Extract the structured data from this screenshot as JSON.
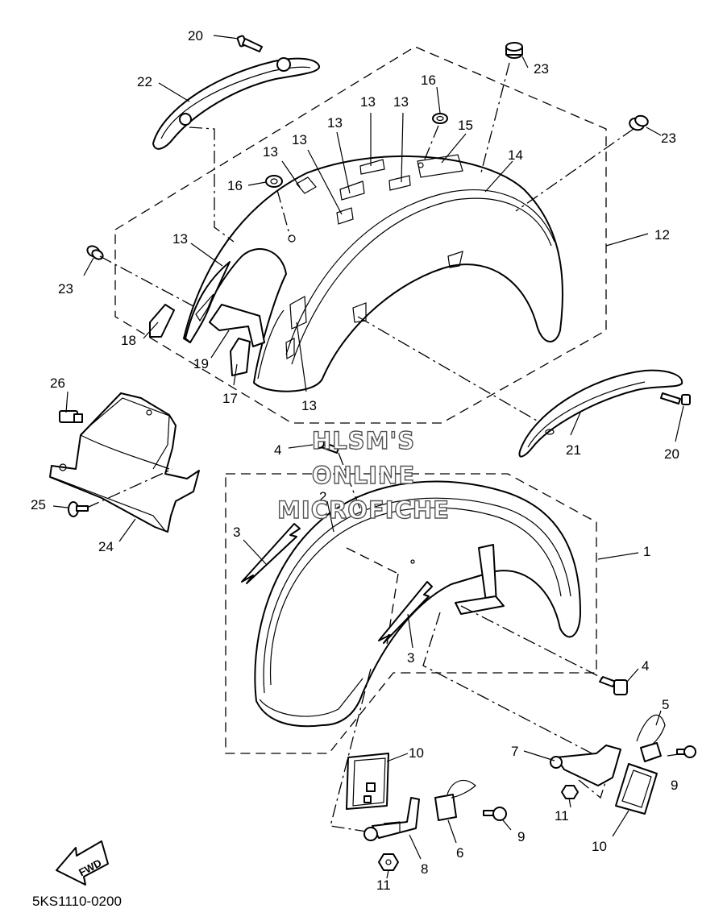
{
  "diagram_code": "5KS1110-0200",
  "watermark": {
    "line1": "HLSM'S",
    "line2": "ONLINE",
    "line3": "MICROFICHE"
  },
  "fwd_label": "FWD",
  "callouts": {
    "c20a": "20",
    "c22": "22",
    "c23a": "23",
    "c23b": "23",
    "c16a": "16",
    "c13a": "13",
    "c13b": "13",
    "c15": "15",
    "c13c": "13",
    "c13d": "13",
    "c13e": "13",
    "c14": "14",
    "c16b": "16",
    "c12": "12",
    "c13f": "13",
    "c23c": "23",
    "c18": "18",
    "c19": "19",
    "c17": "17",
    "c13g": "13",
    "c26": "26",
    "c21": "21",
    "c20b": "20",
    "c4a": "4",
    "c2": "2",
    "c25": "25",
    "c24": "24",
    "c3a": "3",
    "c1": "1",
    "c3b": "3",
    "c4b": "4",
    "c5": "5",
    "c10a": "10",
    "c7": "7",
    "c9a": "9",
    "c11a": "11",
    "c9b": "9",
    "c10b": "10",
    "c6": "6",
    "c8": "8",
    "c11b": "11"
  }
}
